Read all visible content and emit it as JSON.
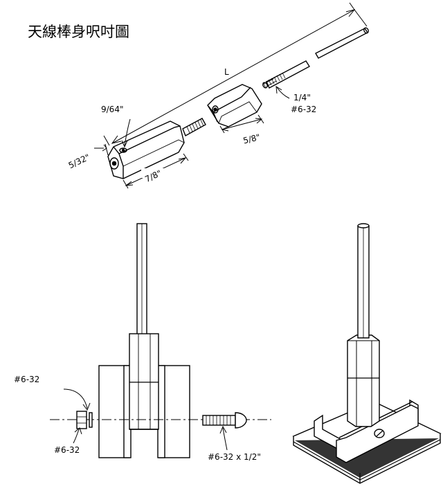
{
  "title": "天線棒身呎吋圖",
  "labels": {
    "length": "L",
    "nine_64": "9/64\"",
    "five_32": "5/32\"",
    "seven_8": "7/8\"",
    "five_8": "5/8\"",
    "one_4": "1/4\"",
    "screw_top": "#6-32",
    "nut_left_top": "#6-32",
    "nut_left_bottom": "#6-32",
    "screw_bottom": "#6-32 x 1/2\""
  }
}
